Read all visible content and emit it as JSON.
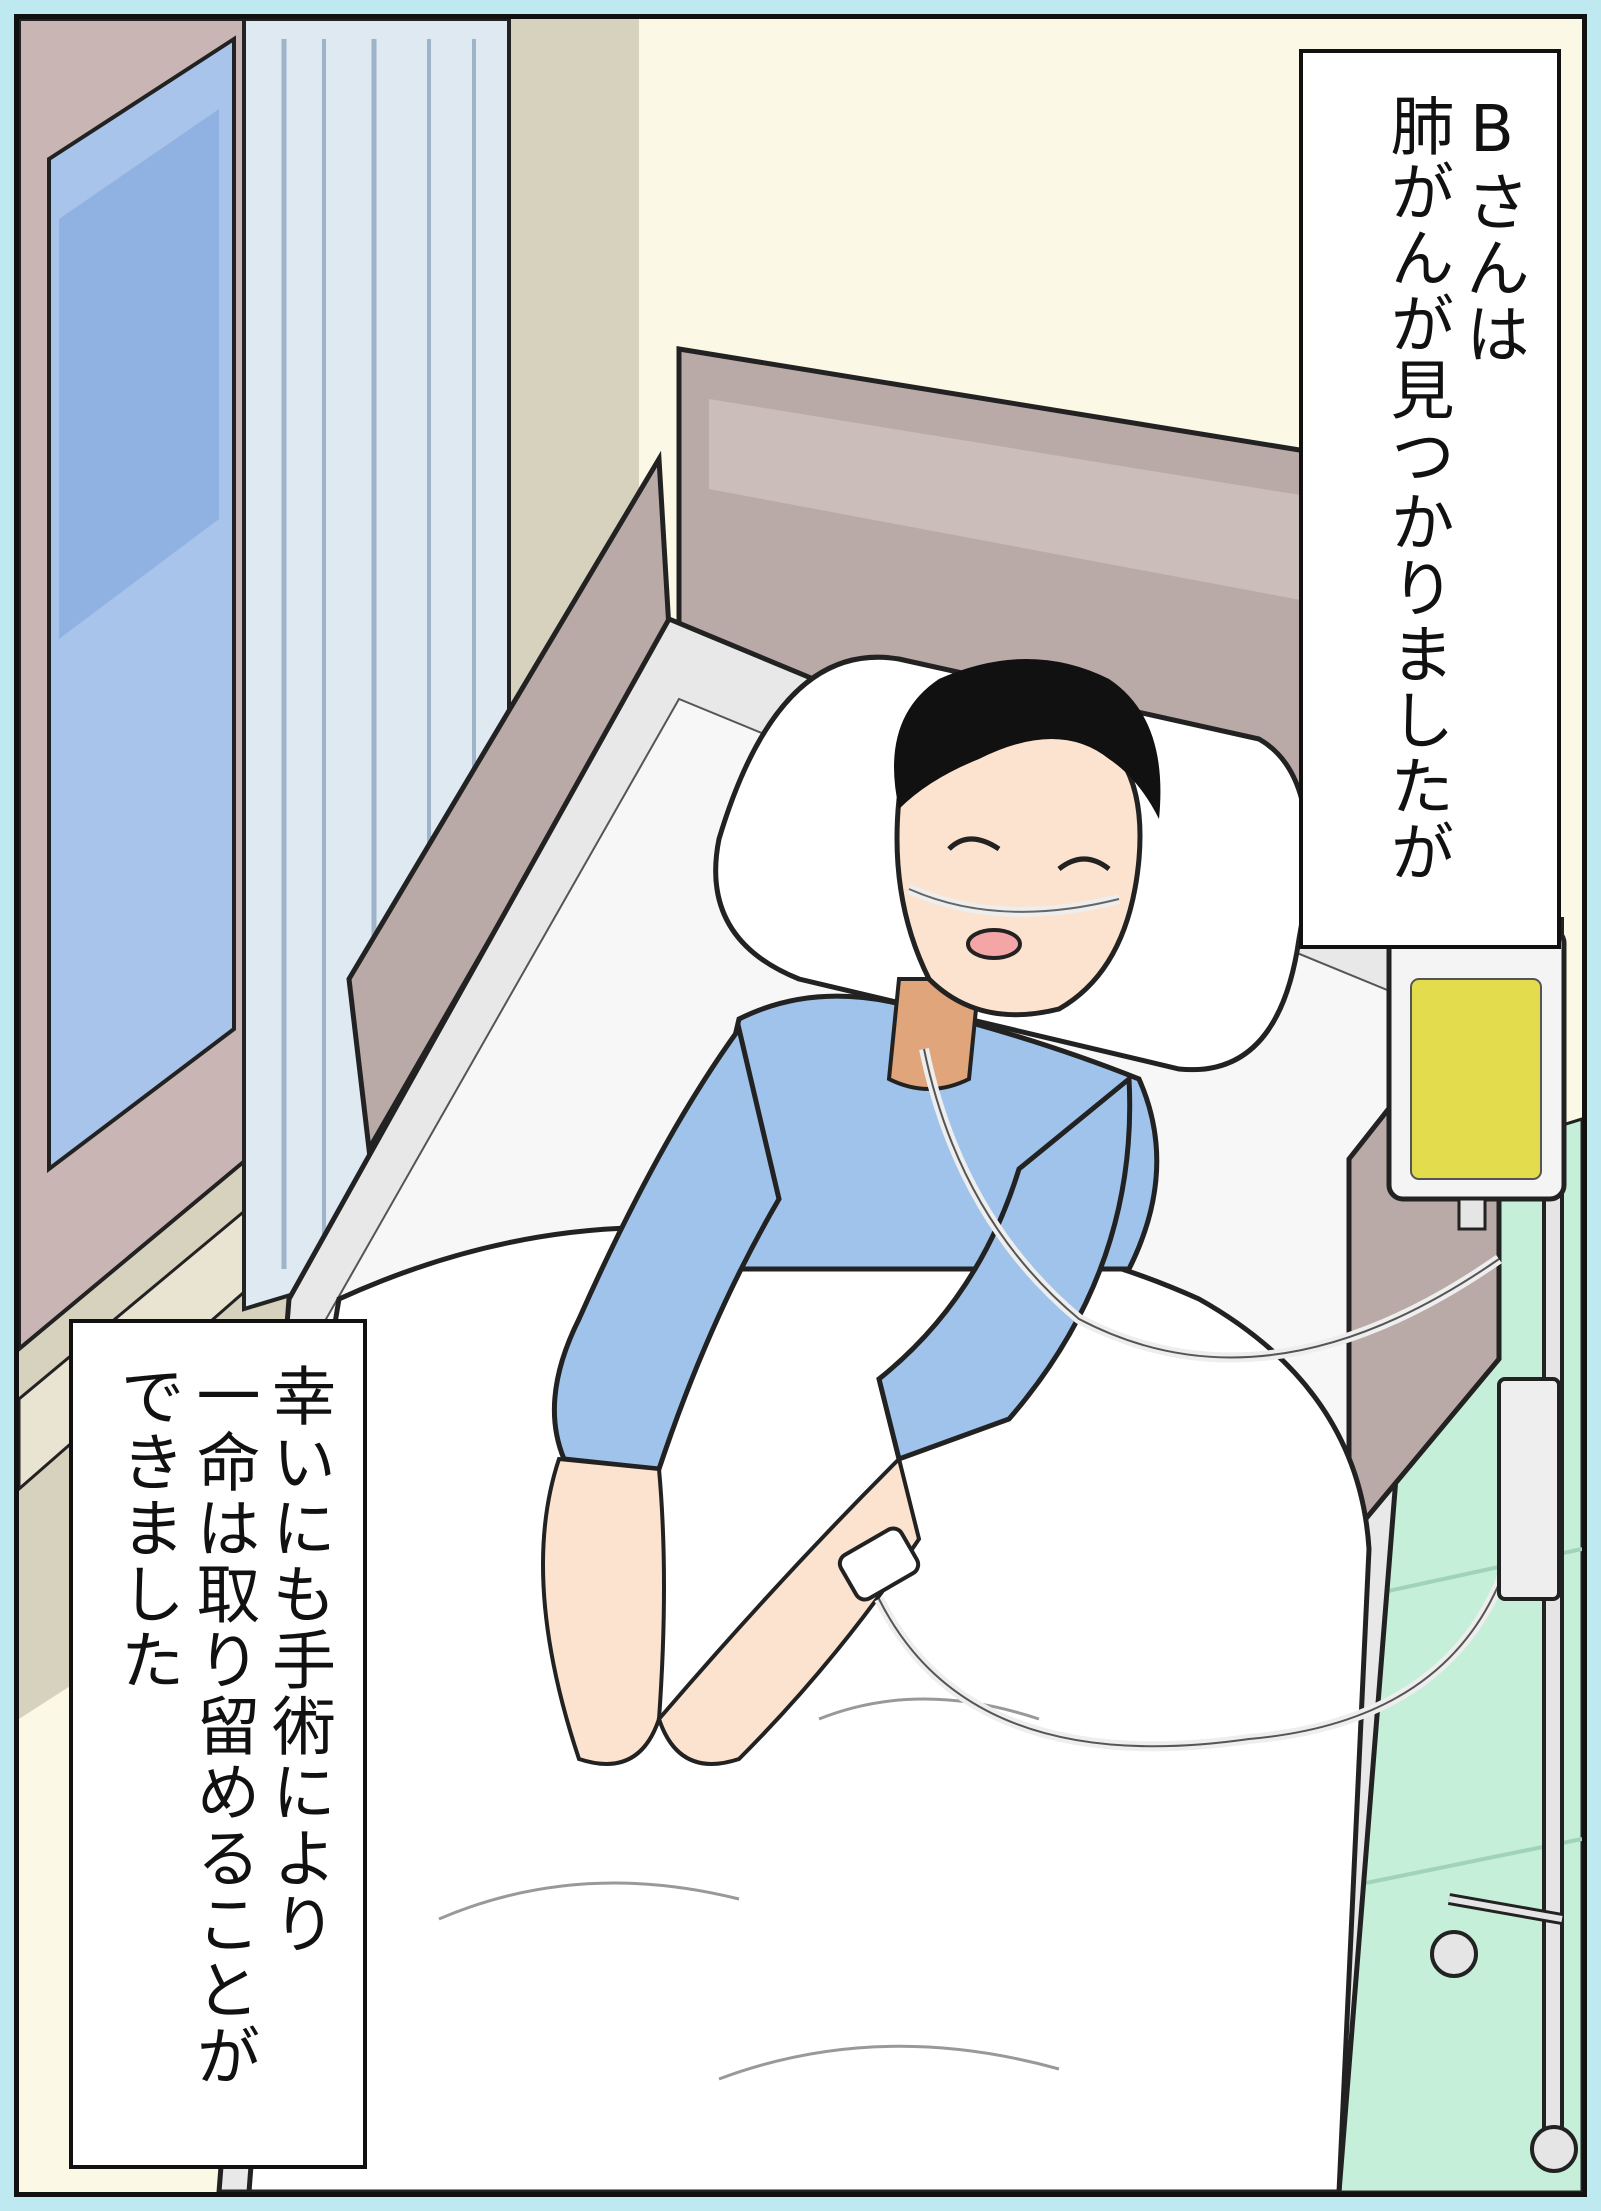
{
  "captions": [
    {
      "lines": [
        "Bさんは",
        "肺がんが見つかりましたが"
      ]
    },
    {
      "lines": [
        "幸いにも手術により",
        "一命は取り留めることが",
        "できました"
      ]
    }
  ],
  "colors": {
    "wall": "#fbf8e6",
    "window_glass": "#8fb3e3",
    "curtain": "#dfe9f2",
    "bed_frame": "#b9aaa7",
    "sheet": "#f7f7f7",
    "gown": "#9fc3ea",
    "iv_fluid": "#e3dc4c",
    "floor": "#c5efd8"
  },
  "illustration": {
    "icons": [
      "hospital-bed",
      "patient",
      "iv-bag",
      "iv-stand",
      "window",
      "curtain"
    ]
  }
}
